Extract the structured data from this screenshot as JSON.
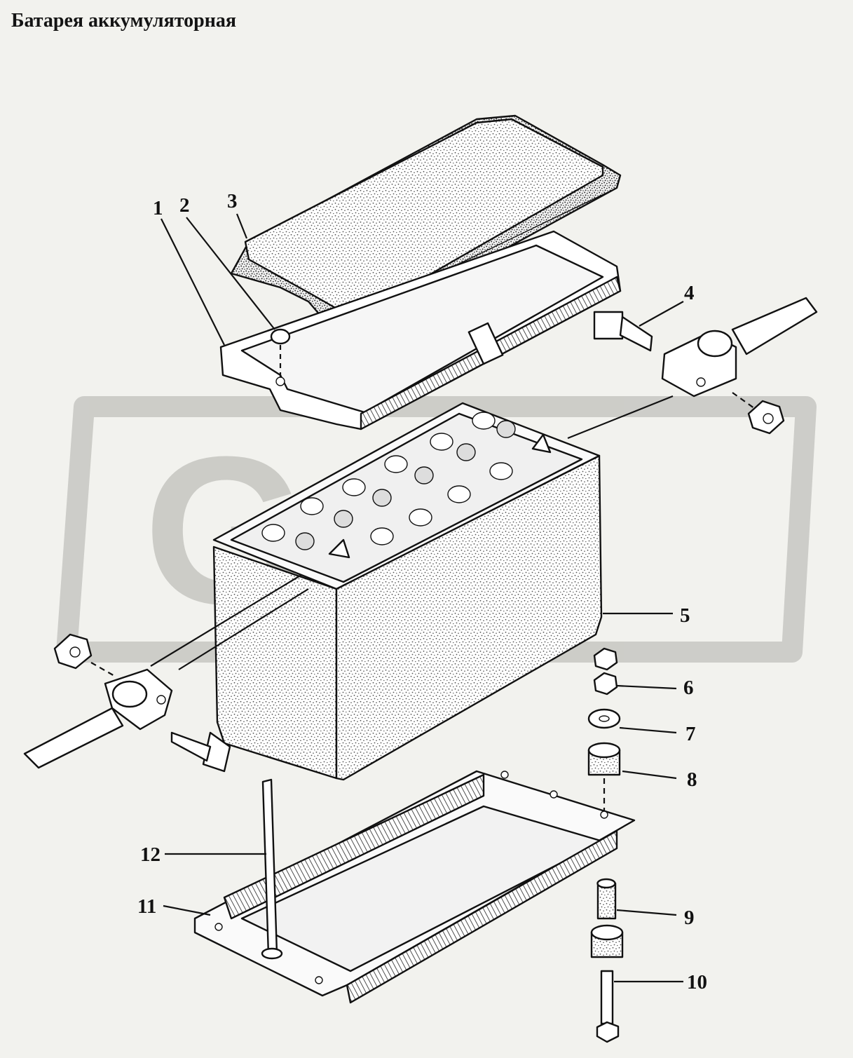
{
  "title": "Батарея аккумуляторная",
  "watermark": "GAZ",
  "callouts": [
    {
      "number": "1"
    },
    {
      "number": "2"
    },
    {
      "number": "3"
    },
    {
      "number": "4"
    },
    {
      "number": "5"
    },
    {
      "number": "6"
    },
    {
      "number": "7"
    },
    {
      "number": "8"
    },
    {
      "number": "9"
    },
    {
      "number": "10"
    },
    {
      "number": "11"
    },
    {
      "number": "12"
    }
  ],
  "colors": {
    "background": "#f2f2ee",
    "line": "#111111",
    "watermark": "#cfcfca",
    "stipple": "#6a6a6a"
  }
}
